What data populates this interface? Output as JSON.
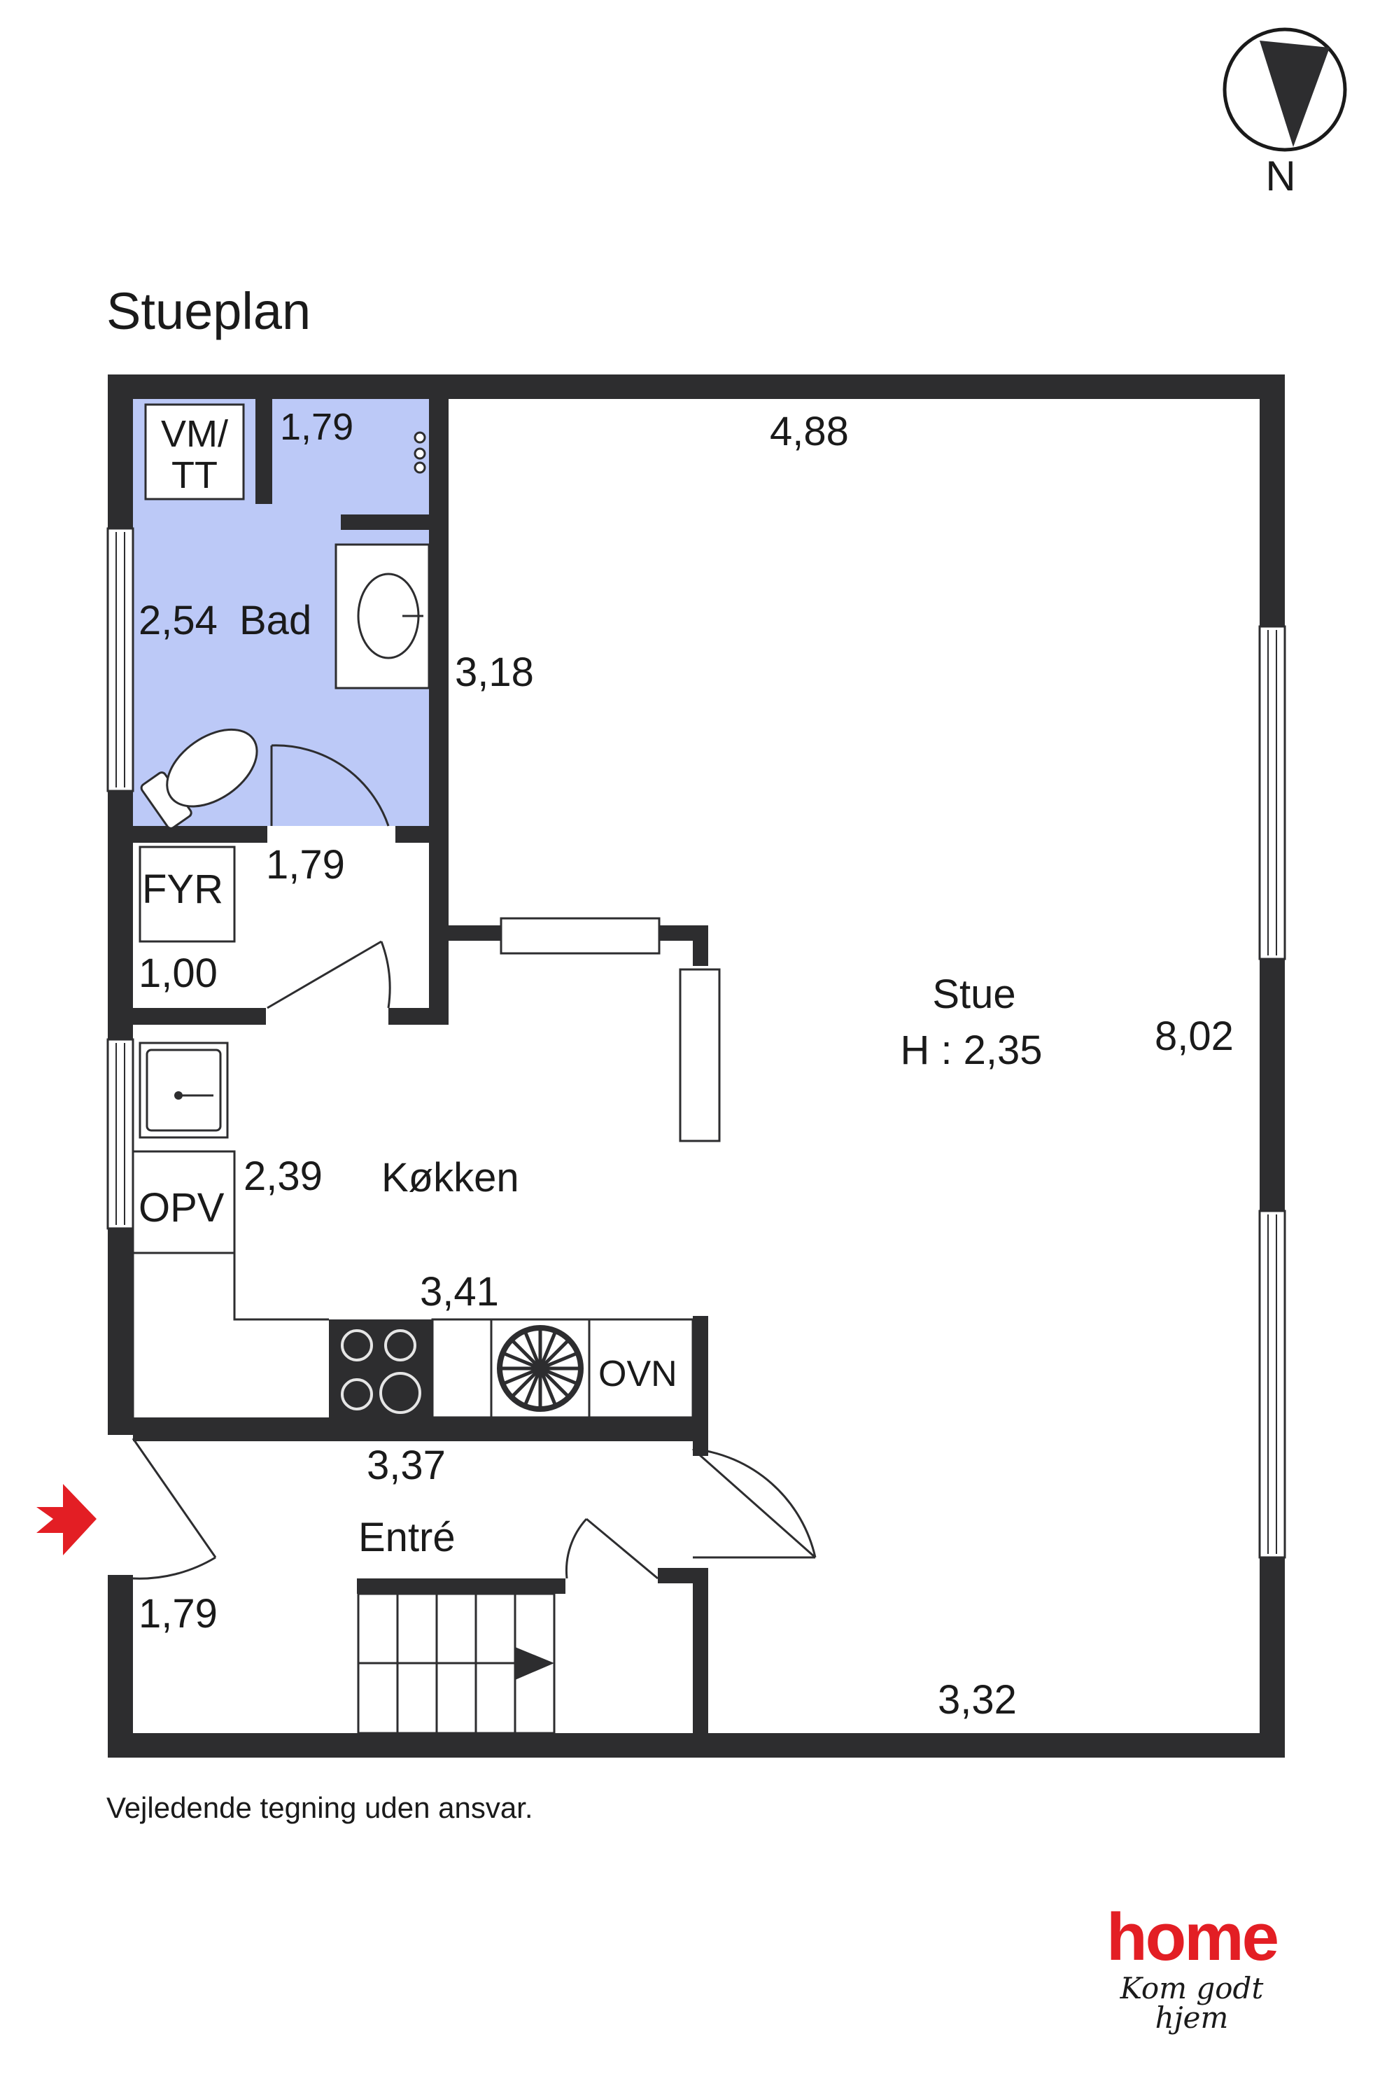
{
  "plan_title": "Stueplan",
  "disclaimer": "Vejledende tegning uden ansvar.",
  "compass": {
    "label": "N"
  },
  "rooms": {
    "vm_tt_line1": "VM/",
    "vm_tt_line2": "TT",
    "bad_width": "1,79",
    "bad_length": "2,54",
    "bad_name": "Bad",
    "bad_height": "3,18",
    "stue_width": "4,88",
    "fyr_name": "FYR",
    "fyr_width": "1,79",
    "fyr_depth": "1,00",
    "stue_name": "Stue",
    "stue_ceiling": "H : 2,35",
    "stue_length": "8,02",
    "kokken_width": "2,39",
    "kokken_name": "Køkken",
    "opv": "OPV",
    "kokken_length": "3,41",
    "ovn": "OVN",
    "entre_length": "3,37",
    "entre_name": "Entré",
    "entre_width": "1,79",
    "stue_bottom": "3,32"
  },
  "colors": {
    "wall": "#2d2d2f",
    "bathroom_fill": "#bcc9f7",
    "entrance_arrow": "#e31e24",
    "brand": "#e31e24"
  },
  "logo": {
    "brand": "home",
    "slogan": "Kom godt hjem"
  }
}
